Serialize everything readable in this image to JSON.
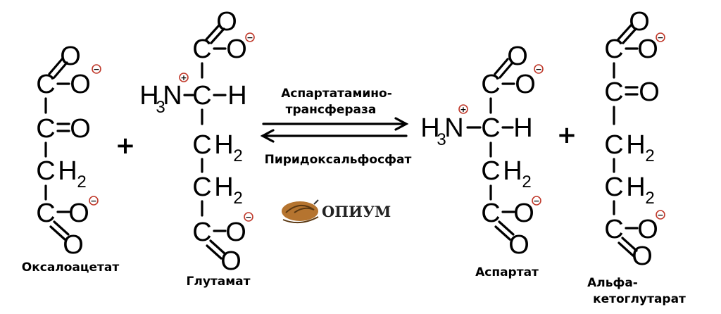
{
  "atoms": {
    "C": "C",
    "O": "O",
    "H": "H",
    "N": "N",
    "sub2": "2",
    "sub3": "3",
    "minus": "−",
    "plus": "+"
  },
  "molecules": {
    "oxaloacetate": "Оксалоацетат",
    "glutamate": "Глутамат",
    "aspartate": "Аспартат",
    "akg_line1": "Альфа-",
    "akg_line2": "кетоглутарат"
  },
  "reaction": {
    "plus": "+",
    "enzyme_line1": "Аспартатамино-",
    "enzyme_line2": "трансфераза",
    "cofactor": "Пиридоксальфосфат"
  },
  "logo": {
    "text": "ОПИУМ"
  },
  "colors": {
    "charge_ring": "#c0392b",
    "logo_brown": "#b5742f"
  }
}
